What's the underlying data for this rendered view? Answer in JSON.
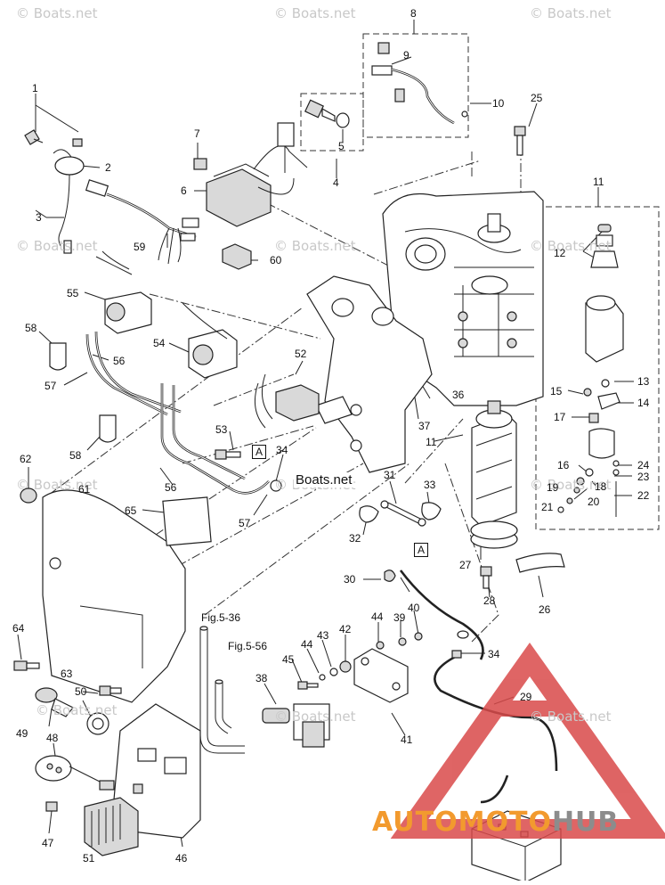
{
  "watermarks": [
    "© Boats.net",
    "© Boats.net",
    "© Boats.net",
    "© Boats.net",
    "© Boats.net",
    "© Boats.net",
    "© Boats.net",
    "© Boats.net",
    "© Boats.net",
    "© Boats.net",
    "© Boats.net",
    "© Boats.net"
  ],
  "center_mark": "Boats.net",
  "callouts": [
    "1",
    "2",
    "3",
    "4",
    "5",
    "6",
    "7",
    "8",
    "9",
    "10",
    "11",
    "11",
    "12",
    "13",
    "14",
    "15",
    "16",
    "17",
    "18",
    "19",
    "20",
    "21",
    "22",
    "23",
    "24",
    "25",
    "26",
    "27",
    "28",
    "29",
    "30",
    "31",
    "32",
    "33",
    "34",
    "34",
    "36",
    "37",
    "38",
    "39",
    "40",
    "41",
    "42",
    "43",
    "44",
    "44",
    "45",
    "46",
    "47",
    "48",
    "49",
    "50",
    "51",
    "52",
    "53",
    "54",
    "55",
    "56",
    "56",
    "57",
    "57",
    "58",
    "58",
    "59",
    "60",
    "61",
    "62",
    "63",
    "64",
    "65"
  ],
  "box_refs": [
    "A",
    "A"
  ],
  "fig_refs": [
    "Fig.5-36",
    "Fig.5-56"
  ],
  "logo": {
    "part1": "AUTOMOTO",
    "part2": "HUB"
  }
}
